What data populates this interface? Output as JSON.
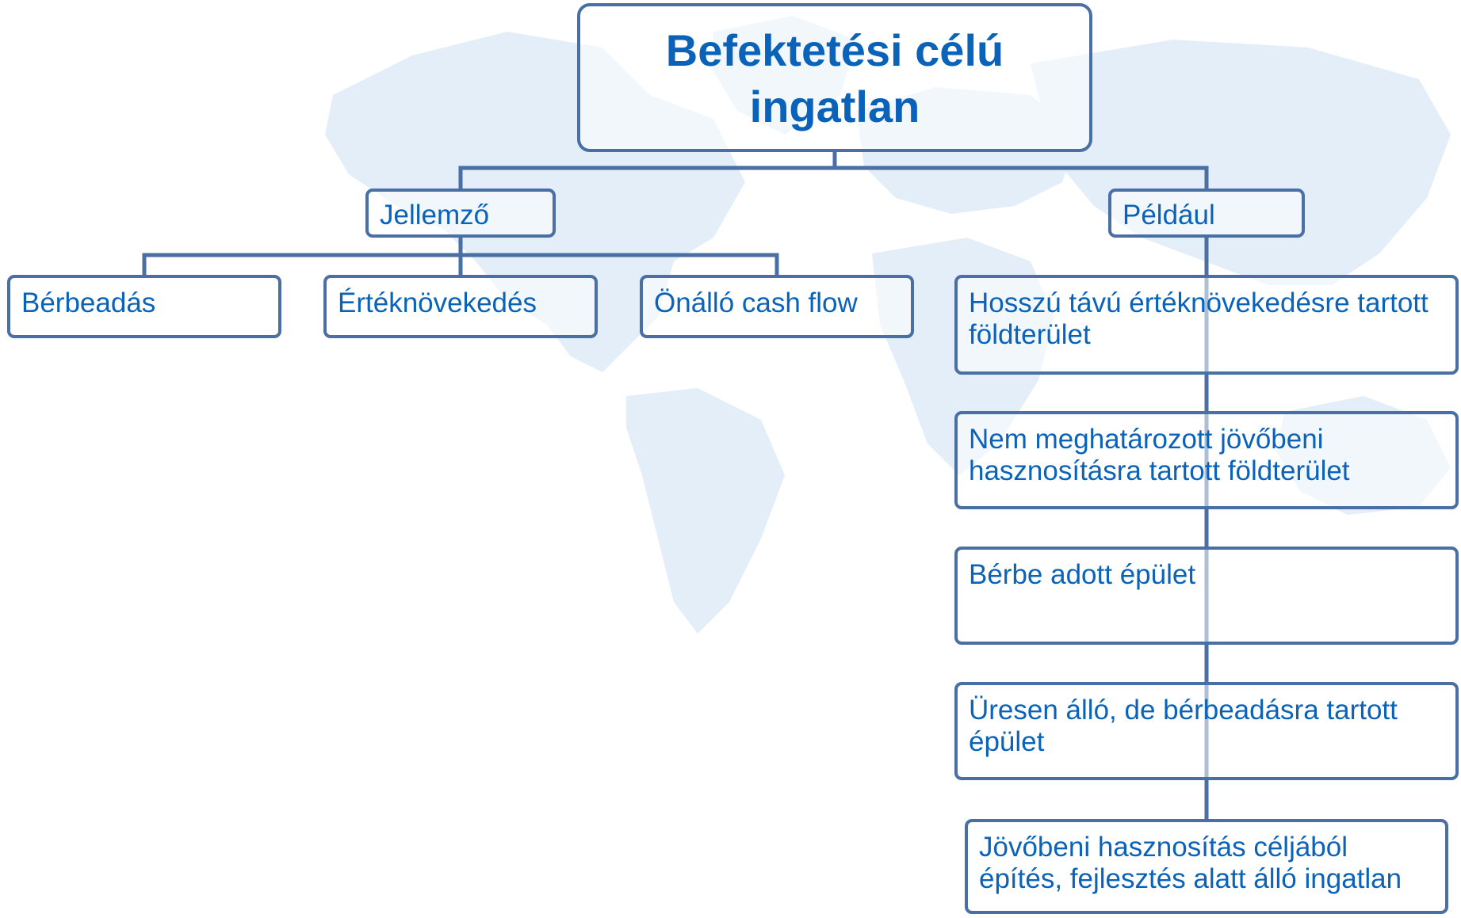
{
  "diagram": {
    "root": {
      "title": "Befektetési célú ingatlan"
    },
    "jellemzo": {
      "label": "Jellemző",
      "items": [
        "Bérbeadás",
        "Értéknövekedés",
        "Önálló cash flow"
      ]
    },
    "peldaul": {
      "label": "Például",
      "items": [
        "Hosszú távú értéknövekedésre tartott földterület",
        "Nem meghatározott jövőbeni hasznosításra tartott földterület",
        "Bérbe adott épület",
        "Üresen álló, de bérbeadásra tartott épület",
        "Jövőbeni hasznosítás céljából építés, fejlesztés alatt álló ingatlan"
      ]
    }
  },
  "colors": {
    "box_border": "#4a6fa5",
    "text": "#0a63b8",
    "map_fill": "#e3eef8"
  }
}
